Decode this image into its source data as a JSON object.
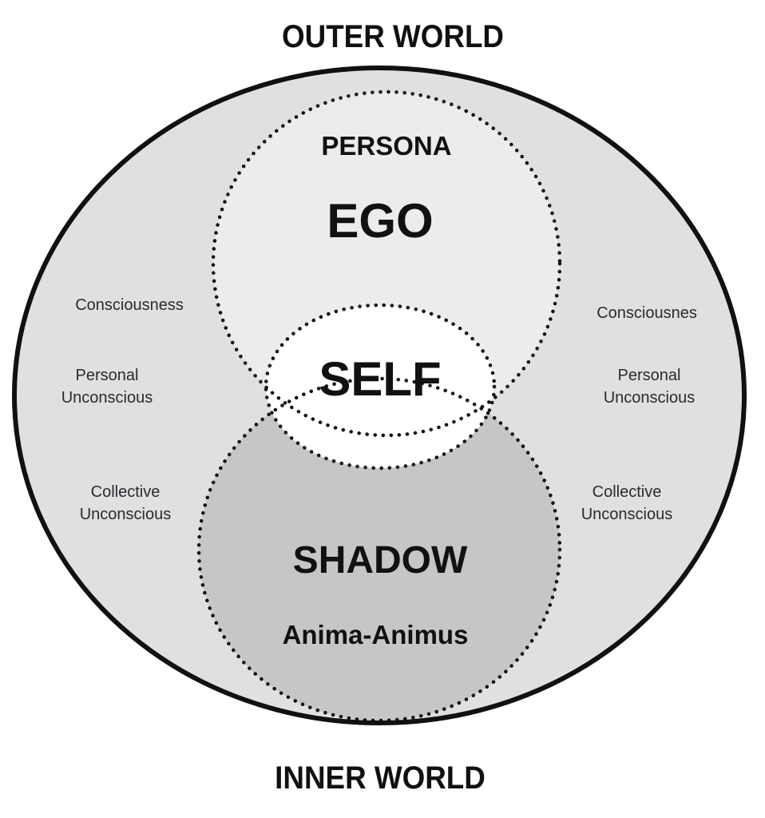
{
  "diagram": {
    "title_top": "OUTER WORLD",
    "title_bottom": "INNER WORLD",
    "ego_region": {
      "persona": "PERSONA",
      "ego": "EGO"
    },
    "self_region": {
      "label": "SELF"
    },
    "shadow_region": {
      "shadow": "SHADOW",
      "anima": "Anima-Animus"
    },
    "left_labels": {
      "consciousness": "Consciousness",
      "personal_1": "Personal",
      "personal_2": "Unconscious",
      "collective_1": "Collective",
      "collective_2": "Unconscious"
    },
    "right_labels": {
      "consciousness": "Consciousnes",
      "personal_1": "Personal",
      "personal_2": "Unconscious",
      "collective_1": "Collective",
      "collective_2": "Unconscious"
    },
    "colors": {
      "background": "#ffffff",
      "outer_fill": "#e0e0e0",
      "ego_fill": "#ececec",
      "self_fill": "#ffffff",
      "shadow_fill": "#c6c6c6",
      "stroke": "#111111"
    }
  }
}
